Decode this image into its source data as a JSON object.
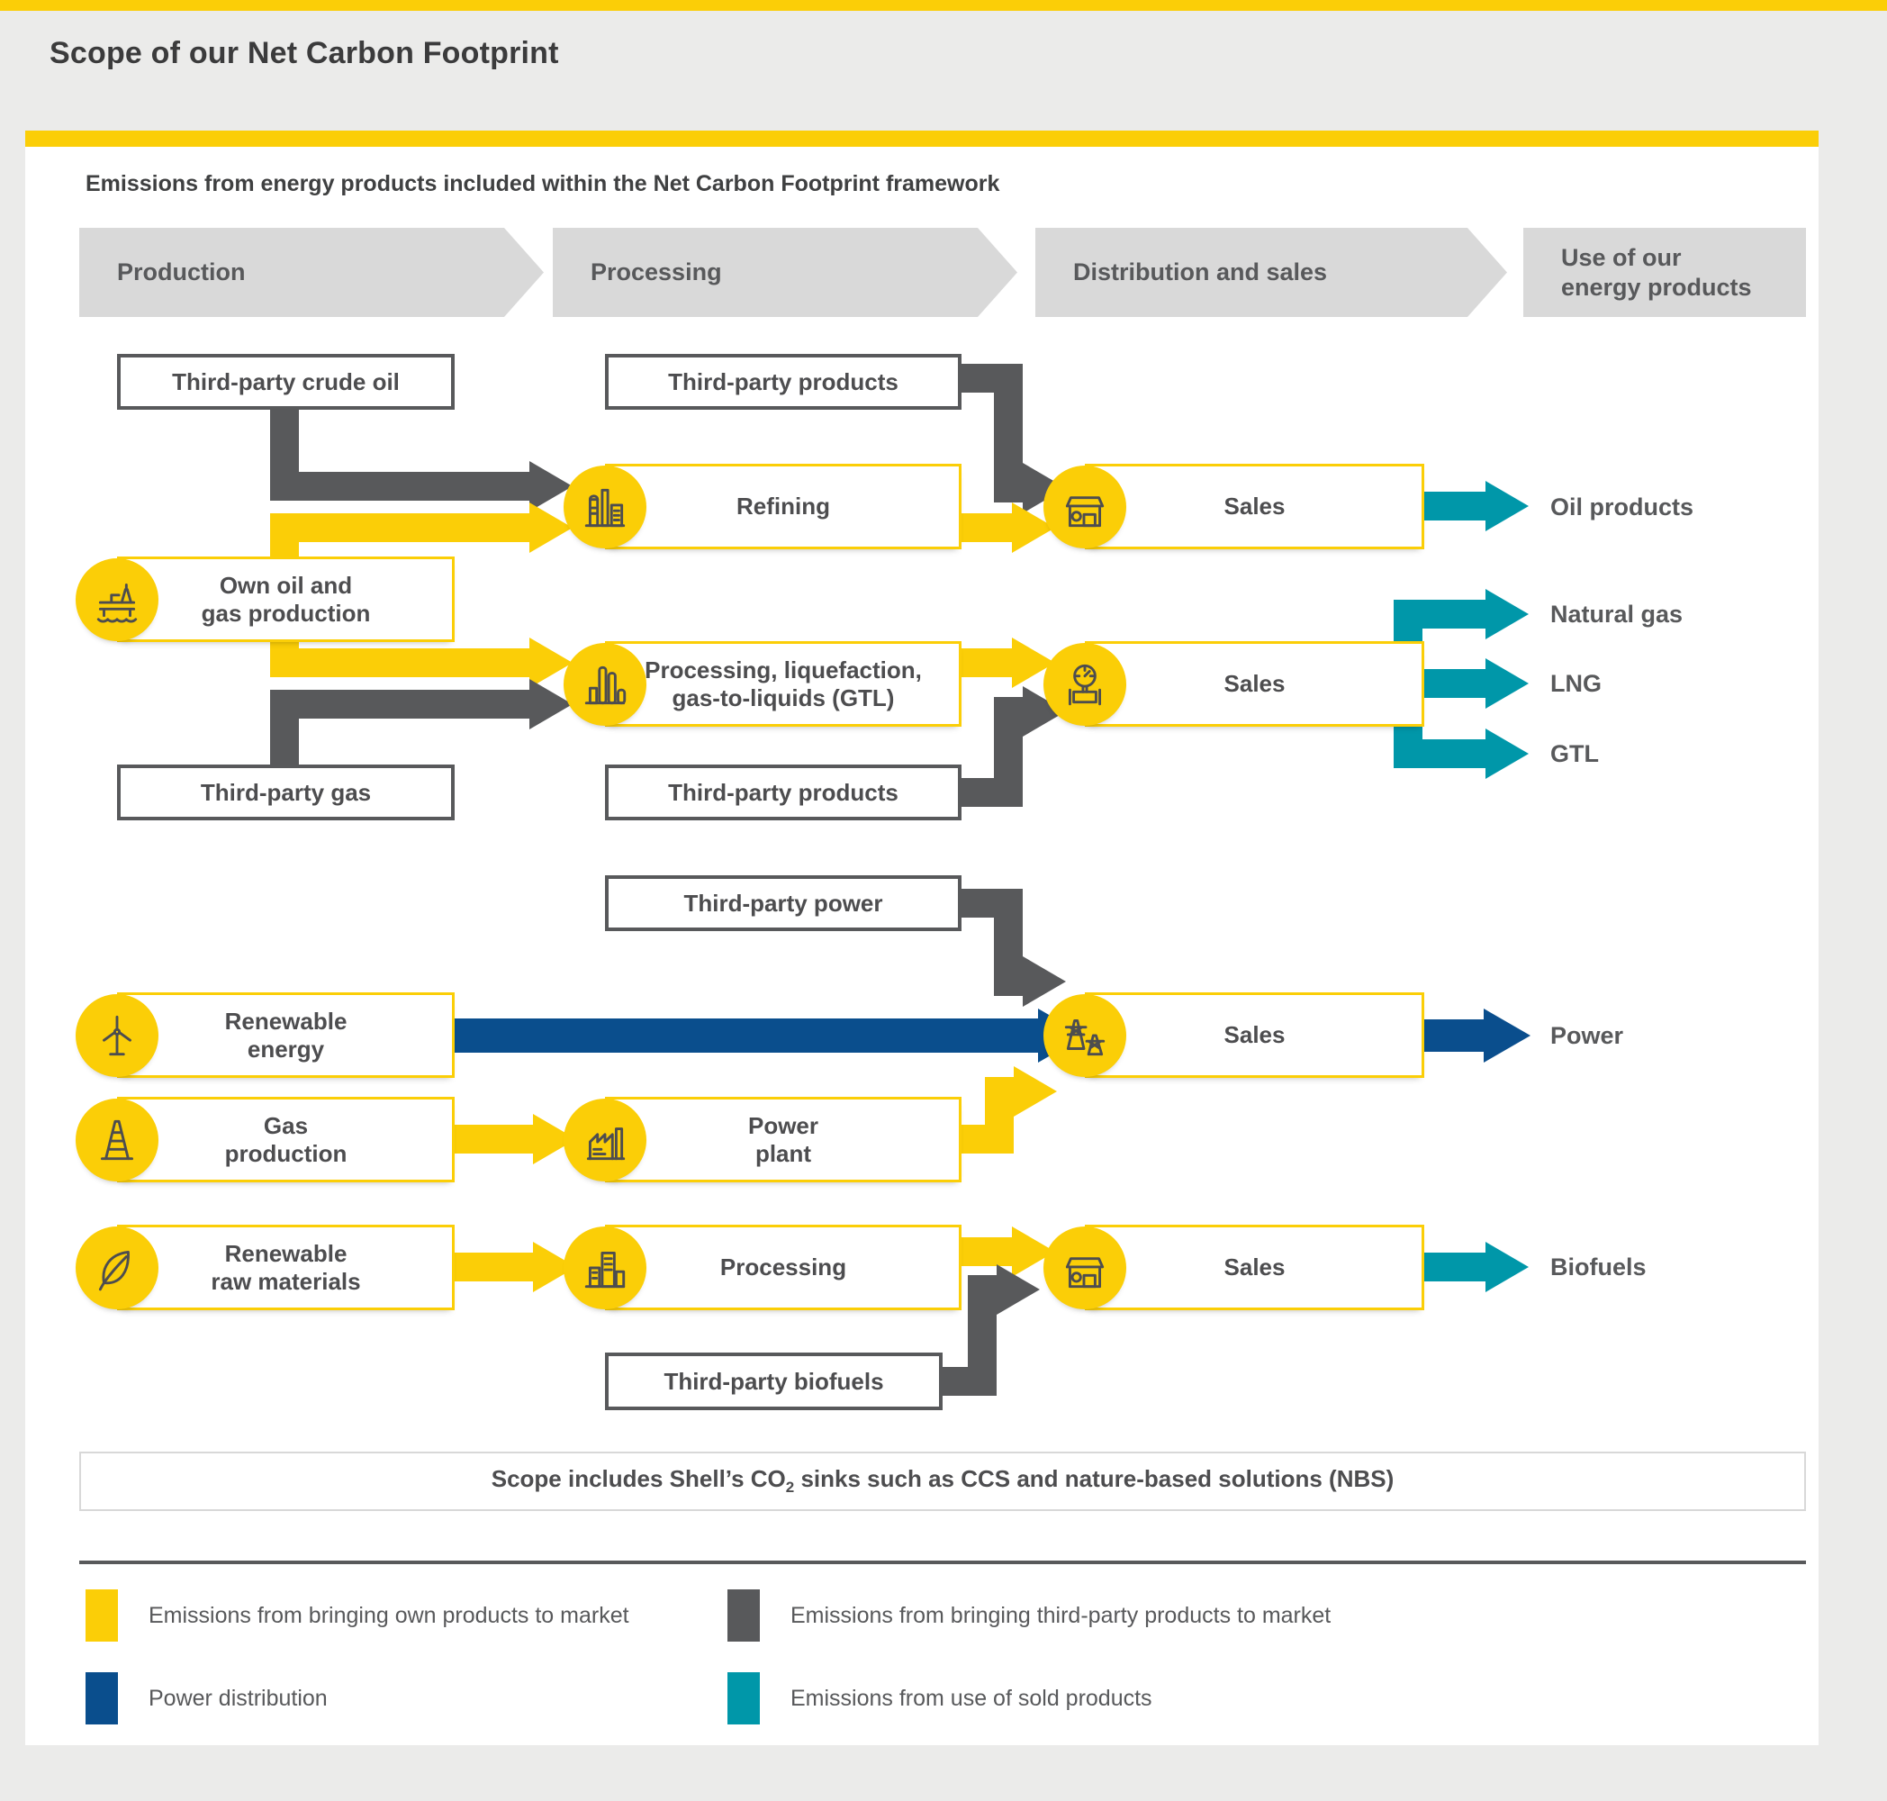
{
  "title": "Scope of our Net Carbon Footprint",
  "subtitle": "Emissions from energy products included within the Net Carbon Footprint framework",
  "stages": {
    "production": "Production",
    "processing": "Processing",
    "distribution": "Distribution and sales",
    "use": "Use of our\nenergy products"
  },
  "nodes": {
    "tp_crude": "Third-party crude oil",
    "tp_products_oil": "Third-party products",
    "refining": "Refining",
    "sales_oil": "Sales",
    "own_oil_gas": "Own oil and\ngas production",
    "proc_liq": "Processing, liquefaction,\ngas-to-liquids (GTL)",
    "sales_gas": "Sales",
    "tp_gas": "Third-party gas",
    "tp_products_gas": "Third-party products",
    "tp_power": "Third-party power",
    "renewable_energy": "Renewable\nenergy",
    "sales_power": "Sales",
    "gas_production": "Gas\nproduction",
    "power_plant": "Power\nplant",
    "renewable_raw": "Renewable\nraw materials",
    "processing_bio": "Processing",
    "sales_bio": "Sales",
    "tp_biofuels": "Third-party biofuels"
  },
  "outputs": {
    "oil_products": "Oil products",
    "natural_gas": "Natural gas",
    "lng": "LNG",
    "gtl": "GTL",
    "power": "Power",
    "biofuels": "Biofuels"
  },
  "scope_note": {
    "pre": "Scope includes Shell’s CO",
    "sub": "2",
    "post": " sinks such as CCS and nature-based solutions (NBS)"
  },
  "legend": {
    "own": "Emissions from bringing own products to market",
    "third": "Emissions from bringing third-party products to market",
    "power": "Power distribution",
    "sold": "Emissions from use of sold products"
  },
  "icons": [
    "offshore-platform-icon",
    "refinery-icon",
    "shop-icon",
    "gas-plant-icon",
    "pipe-gauge-icon",
    "wind-turbine-icon",
    "pylon-icon",
    "oil-derrick-icon",
    "power-plant-icon",
    "buildings-icon",
    "leaf-icon"
  ],
  "colors": {
    "yellow": "#FBCE07",
    "dark_gray": "#58595B",
    "teal": "#0097A9",
    "blue": "#0A4E8D"
  }
}
